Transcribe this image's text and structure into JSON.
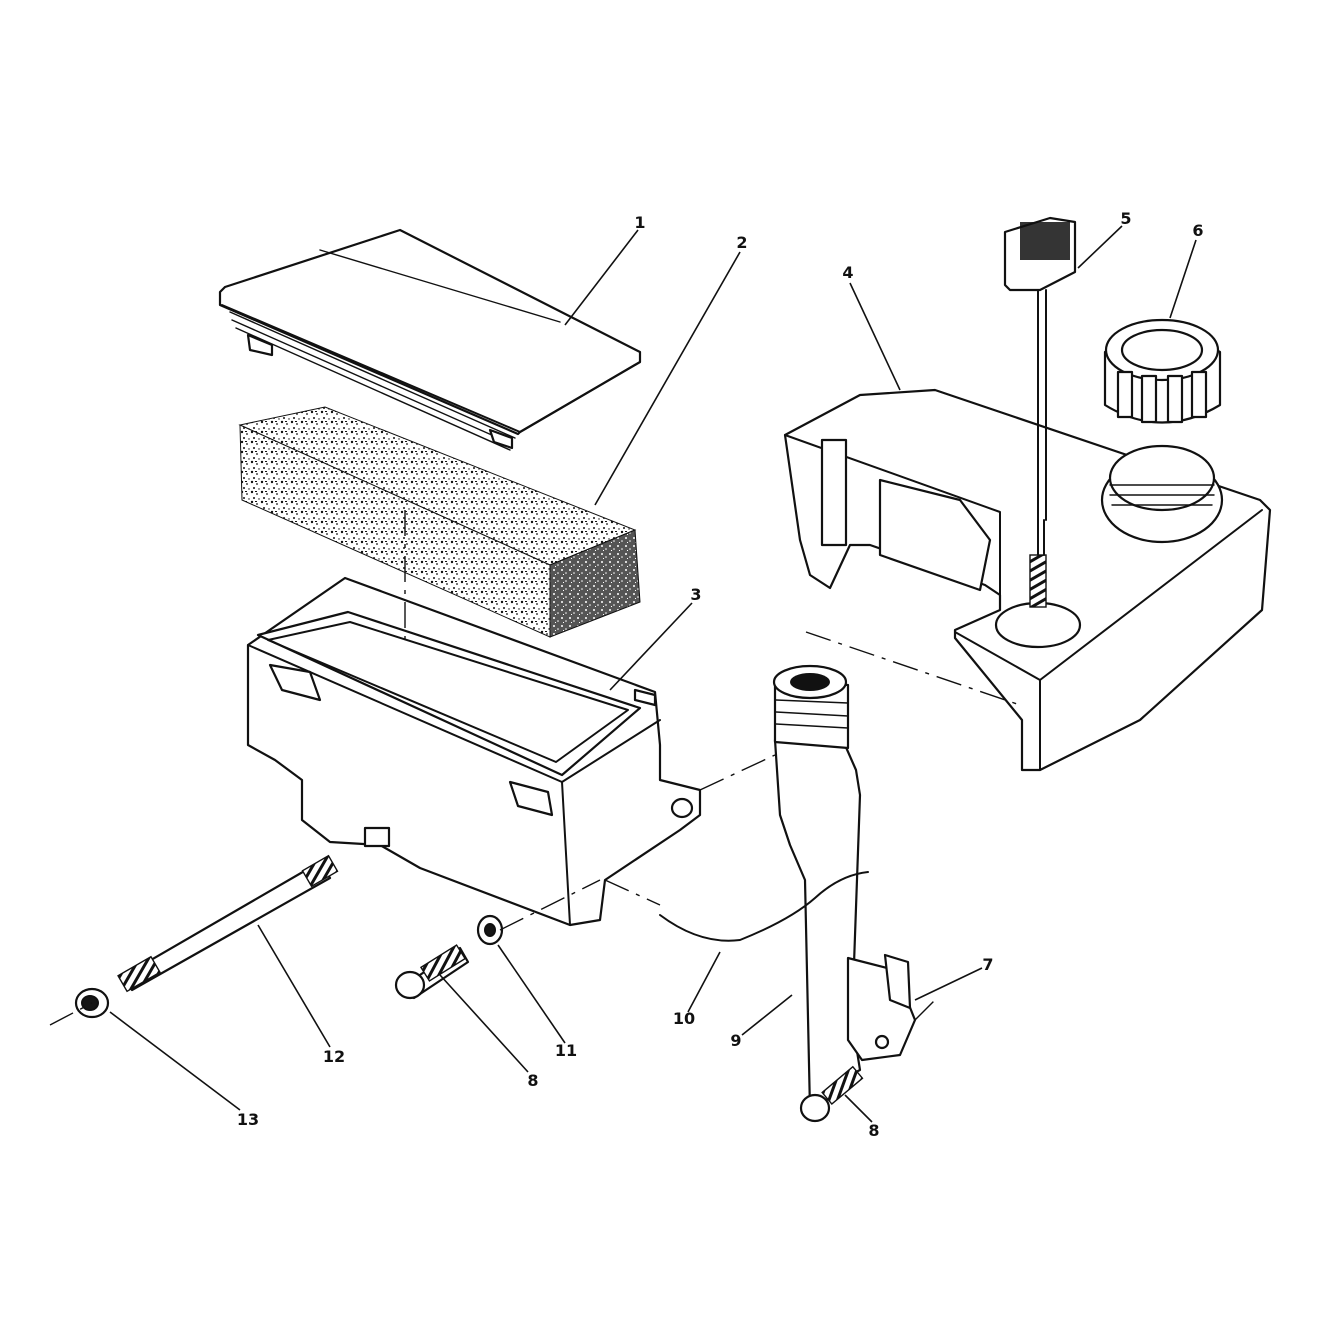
{
  "callouts": {
    "c1": "1",
    "c2": "2",
    "c3": "3",
    "c4": "4",
    "c5": "5",
    "c6": "6",
    "c7": "7",
    "c8a": "8",
    "c8b": "8",
    "c9": "9",
    "c10": "10",
    "c11": "11",
    "c12": "12",
    "c13": "13"
  },
  "colors": {
    "ink": "#111111",
    "paper": "#ffffff"
  }
}
